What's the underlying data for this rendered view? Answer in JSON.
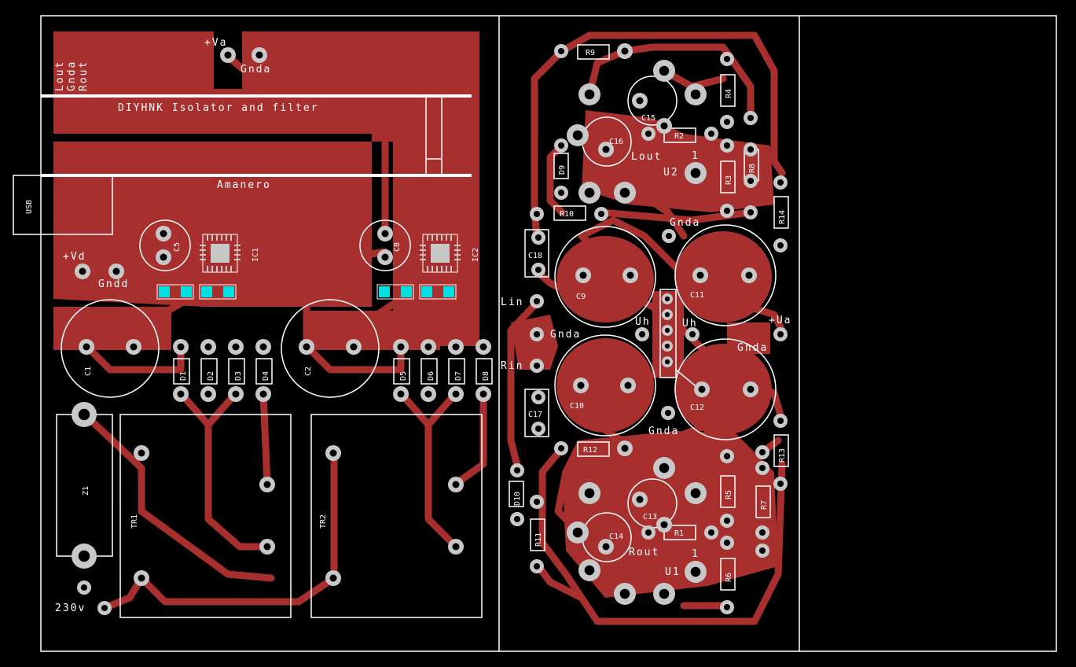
{
  "board": {
    "background": "#000000",
    "copper_color": "#a7302f",
    "silkscreen_color": "#ffffff",
    "pad_color": "#c8c8c8",
    "smd_color": "#00e0e0"
  },
  "left_section": {
    "title": "DIYHNK Isolator and filter",
    "sub_label": "Amanero",
    "usb_label": "USB",
    "header_labels": [
      "Lout",
      "Gnda",
      "Rout"
    ],
    "supply_labels": {
      "va": "+Va",
      "gnda": "Gnda",
      "vd": "+Vd",
      "gndd": "Gndd",
      "mains": "230v"
    },
    "components": {
      "c1": "C1",
      "c2": "C2",
      "c5": "C5",
      "c8": "C8",
      "ic1": "IC1",
      "ic2": "IC2",
      "d1": "D1",
      "d2": "D2",
      "d3": "D3",
      "d4": "D4",
      "d5": "D5",
      "d6": "D6",
      "d7": "D7",
      "d8": "D8",
      "z1": "Z1",
      "tr1": "TR1",
      "tr2": "TR2"
    }
  },
  "right_section": {
    "labels": {
      "lout": "Lout",
      "rout": "Rout",
      "lin": "Lin",
      "rin": "Rin",
      "gnda1": "Gnda",
      "gnda2": "Gnda",
      "gnda3": "Gnda",
      "gnda4": "Gnda",
      "uh1": "Uh",
      "uh2": "Uh",
      "ua": "+Ua",
      "u1": "U1",
      "u2": "U2",
      "one1": "1",
      "one2": "1"
    },
    "components": {
      "r1": "R1",
      "r2": "R2",
      "r3": "R3",
      "r4": "R4",
      "r5": "R5",
      "r6": "R6",
      "r7": "R7",
      "r8": "R8",
      "r9": "R9",
      "r10": "R10",
      "r11": "R11",
      "r12": "R12",
      "r13": "R13",
      "r14": "R14",
      "c9": "C9",
      "c10": "C10",
      "c11": "C11",
      "c12": "C12",
      "c13": "C13",
      "c14": "C14",
      "c15": "C15",
      "c16": "C16",
      "c17": "C17",
      "c18": "C18",
      "d9": "D9",
      "d10": "D10"
    }
  }
}
